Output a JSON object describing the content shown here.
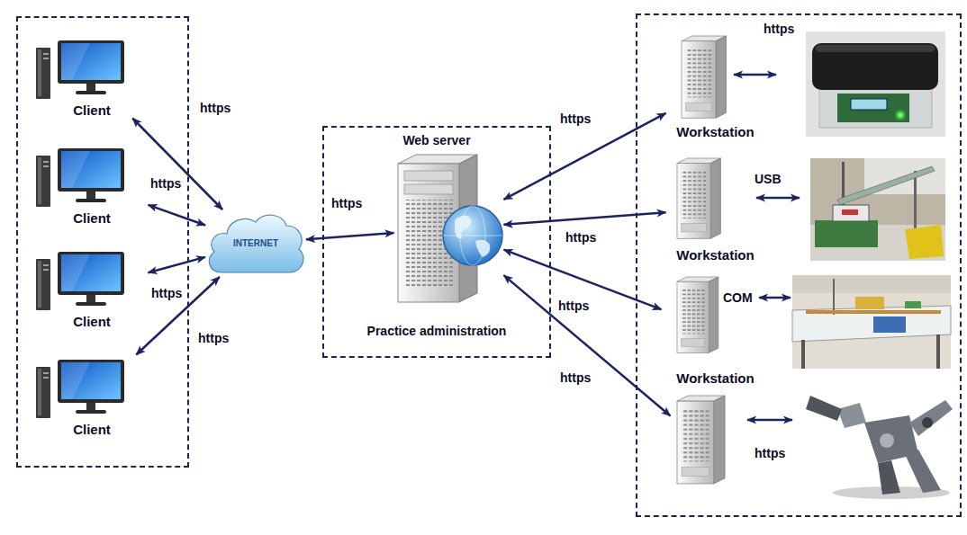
{
  "diagram": {
    "nodes": [
      {
        "text": []
      },
      {
        "text": [
          "Client"
        ],
        "in": 0
      },
      {
        "text": [
          "Client"
        ],
        "in": 0
      },
      {
        "text": [
          "Client"
        ],
        "in": 0
      },
      {
        "text": [
          "Client"
        ],
        "in": 0
      },
      {
        "text": [
          "INTERNET"
        ]
      },
      {
        "text": [
          "Web server",
          "Practice administration"
        ]
      },
      {
        "text": [],
        "in": 6
      },
      {
        "text": []
      },
      {
        "text": [
          "Workstation"
        ],
        "in": 8
      },
      {
        "text": [
          "Workstation"
        ],
        "in": 8
      },
      {
        "text": [
          "Workstation"
        ],
        "in": 8
      },
      {
        "text": [],
        "in": 8
      }
    ],
    "edges": [
      {
        "from": 1,
        "to": 5,
        "arrow": "both",
        "label": "https"
      },
      {
        "from": 2,
        "to": 5,
        "arrow": "both",
        "label": "https"
      },
      {
        "from": 3,
        "to": 5,
        "arrow": "both",
        "label": "https"
      },
      {
        "from": 4,
        "to": 5,
        "arrow": "both",
        "label": "https"
      },
      {
        "from": 5,
        "to": 7,
        "arrow": "both",
        "label": "https"
      },
      {
        "from": 7,
        "to": 9,
        "arrow": "both",
        "label": "https"
      },
      {
        "from": 7,
        "to": 10,
        "arrow": "both",
        "label": "https"
      },
      {
        "from": 7,
        "to": 11,
        "arrow": "both",
        "label": "https"
      },
      {
        "from": 7,
        "to": 12,
        "arrow": "both",
        "label": "https"
      }
    ],
    "labels": [
      "https",
      "USB",
      "COM",
      "https"
    ]
  }
}
